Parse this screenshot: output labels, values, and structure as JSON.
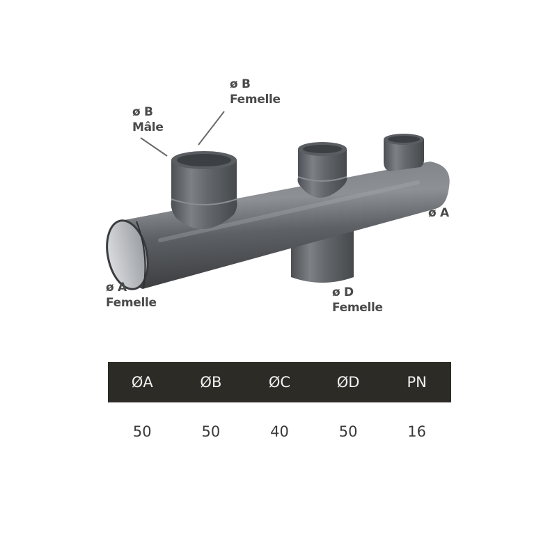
{
  "product_image": {
    "description": "grey PVC manifold with three sockets on top and one outlet below",
    "pipe_color": "#5f6265",
    "labels": [
      {
        "id": "b-femelle",
        "symbol": "ø B",
        "text": "Femelle"
      },
      {
        "id": "b-male",
        "symbol": "ø B",
        "text": "Mâle"
      },
      {
        "id": "a-right",
        "symbol": "ø A",
        "text": ""
      },
      {
        "id": "a-femelle",
        "symbol": "ø A",
        "text": "Femelle"
      },
      {
        "id": "d-femelle",
        "symbol": "ø D",
        "text": "Femelle"
      }
    ]
  },
  "spec_table": {
    "header_bg": "#2c2b26",
    "headers": [
      "ØA",
      "ØB",
      "ØC",
      "ØD",
      "PN"
    ],
    "rows": [
      [
        "50",
        "50",
        "40",
        "50",
        "16"
      ]
    ]
  }
}
